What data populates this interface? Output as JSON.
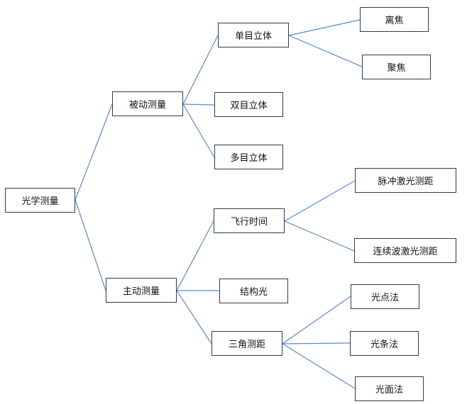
{
  "diagram": {
    "line_color": "#5b8ac7",
    "border_color": "#2f3b4c",
    "root": "光学测量",
    "branches": [
      {
        "label": "被动测量",
        "children": [
          {
            "label": "单目立体",
            "children": [
              "离焦",
              "聚焦"
            ]
          },
          {
            "label": "双目立体",
            "children": []
          },
          {
            "label": "多目立体",
            "children": []
          }
        ]
      },
      {
        "label": "主动测量",
        "children": [
          {
            "label": "飞行时间",
            "children": [
              "脉冲激光测距",
              "连续波激光测距"
            ]
          },
          {
            "label": "结构光",
            "children": []
          },
          {
            "label": "三角测距",
            "children": [
              "光点法",
              "光条法",
              "光面法"
            ]
          }
        ]
      }
    ]
  }
}
